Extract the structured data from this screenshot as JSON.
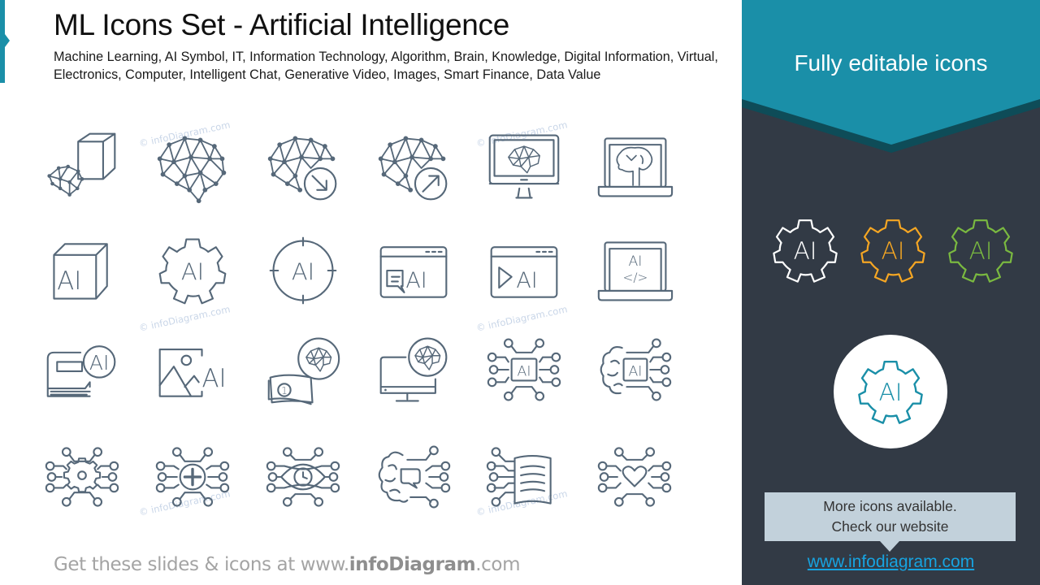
{
  "header": {
    "title": "ML Icons Set - Artificial Intelligence",
    "subtitle": "Machine Learning, AI Symbol, IT, Information Technology, Algorithm, Brain, Knowledge, Digital Information, Virtual, Electronics, Computer, Intelligent Chat, Generative Video, Images, Smart Finance, Data Value"
  },
  "icons": {
    "grid_color": "#566879",
    "rows": [
      [
        {
          "name": "network-brain-cube-icon"
        },
        {
          "name": "network-brain-icon"
        },
        {
          "name": "network-brain-arrow-down-icon"
        },
        {
          "name": "network-brain-arrow-up-icon"
        },
        {
          "name": "monitor-network-brain-icon"
        },
        {
          "name": "laptop-brain-icon"
        }
      ],
      [
        {
          "name": "ai-cube-icon",
          "text": "AI"
        },
        {
          "name": "ai-gear-icon",
          "text": "AI"
        },
        {
          "name": "ai-target-icon",
          "text": "AI"
        },
        {
          "name": "ai-chat-window-icon",
          "text": "AI"
        },
        {
          "name": "ai-video-window-icon",
          "text": "AI"
        },
        {
          "name": "laptop-ai-code-icon",
          "text": "AI",
          "code": "</>"
        }
      ],
      [
        {
          "name": "ai-knowledge-book-icon",
          "text": "AI"
        },
        {
          "name": "ai-image-icon",
          "text": "AI"
        },
        {
          "name": "smart-finance-icon",
          "text": "1"
        },
        {
          "name": "monitor-brain-badge-icon"
        },
        {
          "name": "ai-chip-circuit-icon",
          "text": "AI"
        },
        {
          "name": "brain-ai-chip-icon",
          "text": "AI"
        }
      ],
      [
        {
          "name": "circuit-gear-icon"
        },
        {
          "name": "circuit-plus-icon"
        },
        {
          "name": "circuit-eye-icon"
        },
        {
          "name": "brain-chat-circuit-icon"
        },
        {
          "name": "circuit-document-icon"
        },
        {
          "name": "circuit-heart-icon"
        }
      ]
    ]
  },
  "watermark": "© infoDiagram.com",
  "footer": {
    "prefix": "Get these slides & icons at www.",
    "brand": "infoDiagram",
    "suffix": ".com"
  },
  "right_panel": {
    "banner_title": "Fully editable icons",
    "gear_label": "AI",
    "colors": {
      "panel_bg": "#323a45",
      "banner": "#1a8fa8",
      "banner_shadow": "#0e4c58",
      "gear_white": "#ffffff",
      "gear_orange": "#f5a623",
      "gear_green": "#7ab940",
      "gear_teal": "#1a8fa8"
    },
    "callout_line1": "More icons available.",
    "callout_line2": "Check our website",
    "link": "www.infodiagram.com"
  }
}
